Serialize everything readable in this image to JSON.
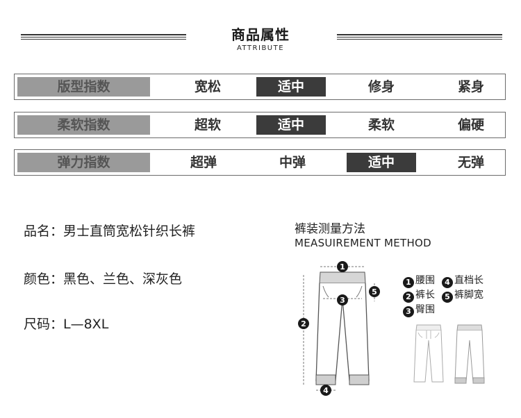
{
  "header": {
    "title": "商品属性",
    "subtitle": "ATTRIBUTE"
  },
  "ratings": [
    {
      "label": "版型指数",
      "options": [
        "宽松",
        "适中",
        "修身",
        "紧身"
      ],
      "selected": 1
    },
    {
      "label": "柔软指数",
      "options": [
        "超软",
        "适中",
        "柔软",
        "偏硬"
      ],
      "selected": 1
    },
    {
      "label": "弹力指数",
      "options": [
        "超弹",
        "中弹",
        "适中",
        "无弹"
      ],
      "selected": 2
    }
  ],
  "info": {
    "name": "品名：男士直筒宽松针织长裤",
    "color": "颜色：黑色、兰色、深灰色",
    "size": "尺码：L—8XL"
  },
  "measure": {
    "title": "裤装测量方法",
    "subtitle": "MEASUIREMENT METHOD",
    "legend": [
      {
        "num": "1",
        "text": "腰围"
      },
      {
        "num": "4",
        "text": "直档长"
      },
      {
        "num": "2",
        "text": "裤长"
      },
      {
        "num": "5",
        "text": "裤脚宽"
      },
      {
        "num": "3",
        "text": "臀围"
      }
    ]
  },
  "colors": {
    "selected_bg": "#3b3b3b",
    "label_bg": "#9a9a9a",
    "border": "#6a6a6a"
  }
}
